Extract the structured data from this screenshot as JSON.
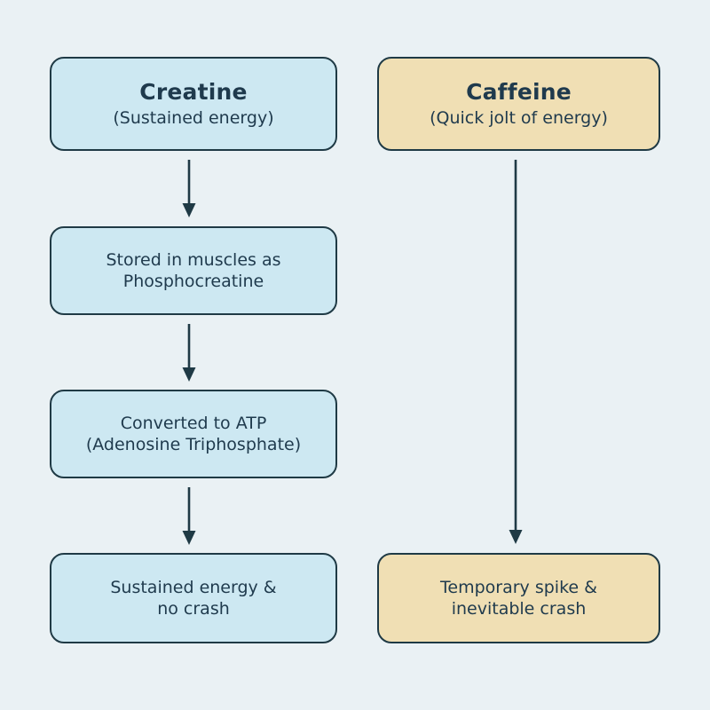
{
  "diagram": {
    "background_color": "#eaf1f4",
    "ink_color": "#1f3a45",
    "text_color": "#1f3a4d",
    "creatine_fill": "#cde8f2",
    "caffeine_fill": "#f0dfb4",
    "columns": {
      "left": {
        "header": {
          "title": "Creatine",
          "subtitle": "(Sustained energy)"
        },
        "steps": [
          {
            "line1": "Stored in muscles as",
            "line2": "Phosphocreatine"
          },
          {
            "line1": "Converted to ATP",
            "line2": "(Adenosine Triphosphate)"
          },
          {
            "line1": "Sustained energy &",
            "line2": "no crash"
          }
        ]
      },
      "right": {
        "header": {
          "title": "Caffeine",
          "subtitle": "(Quick jolt of energy)"
        },
        "steps": [
          {
            "line1": "Temporary spike &",
            "line2": "inevitable crash"
          }
        ]
      }
    },
    "connectors": [
      {
        "name": "creatine-to-stored",
        "from": "Creatine",
        "to": "Stored in muscles as Phosphocreatine"
      },
      {
        "name": "stored-to-atp",
        "from": "Stored in muscles as Phosphocreatine",
        "to": "Converted to ATP"
      },
      {
        "name": "atp-to-sustained",
        "from": "Converted to ATP",
        "to": "Sustained energy & no crash"
      },
      {
        "name": "caffeine-to-crash",
        "from": "Caffeine",
        "to": "Temporary spike & inevitable crash"
      }
    ]
  }
}
